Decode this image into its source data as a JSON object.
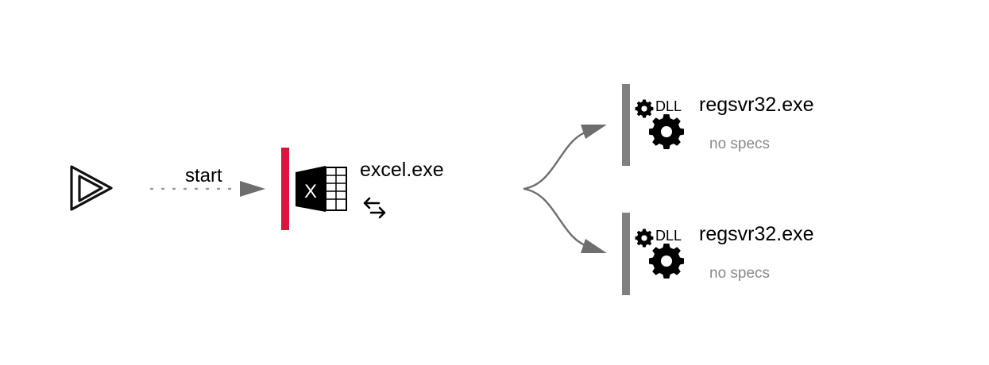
{
  "start_node": {
    "icon": "play-triangles-icon"
  },
  "edge": {
    "label": "start"
  },
  "process": {
    "name": "excel.exe",
    "icon": "excel-icon",
    "icon_letter": "X",
    "badge_icon": "network-arrows-icon",
    "bar_color": "#d9163d"
  },
  "children": [
    {
      "name": "regsvr32.exe",
      "subtitle": "no specs",
      "icon": "dll-gears-icon",
      "icon_text": "DLL",
      "bar_color": "#808080"
    },
    {
      "name": "regsvr32.exe",
      "subtitle": "no specs",
      "icon": "dll-gears-icon",
      "icon_text": "DLL",
      "bar_color": "#808080"
    }
  ],
  "colors": {
    "arrow": "#6e6e6e",
    "dots": "#9a9a9a"
  }
}
